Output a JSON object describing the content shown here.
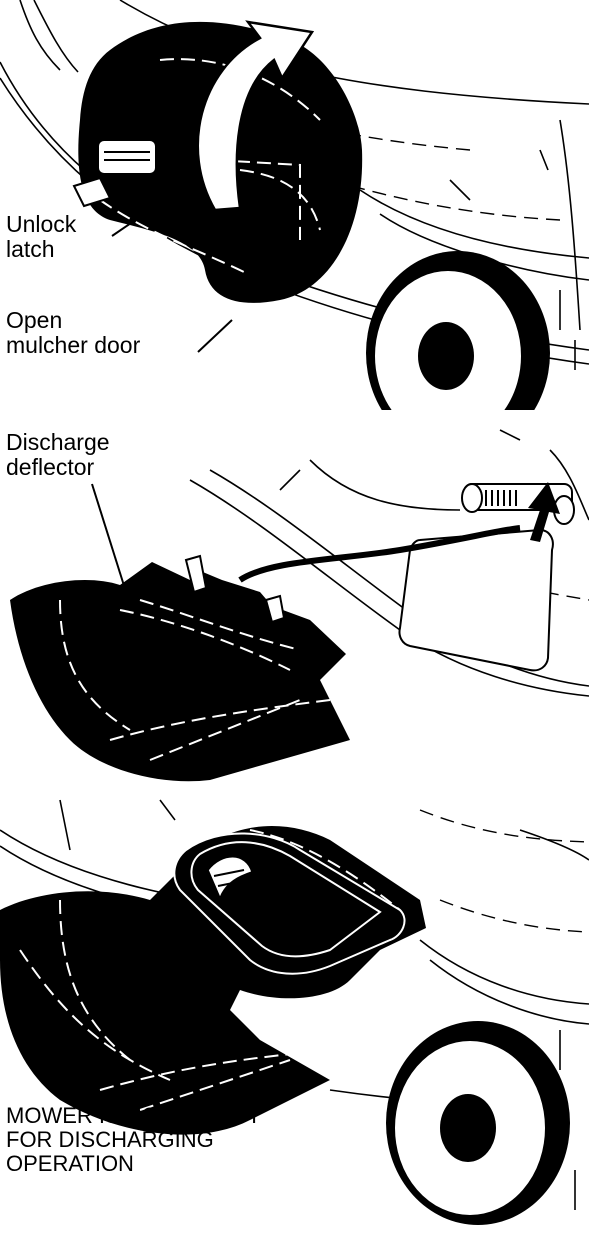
{
  "panel1": {
    "unlock_latch": [
      "Unlock",
      "latch"
    ],
    "open_door": [
      "Open",
      "mulcher door"
    ]
  },
  "panel2": {
    "discharge_deflector": [
      "Discharge",
      "deflector"
    ]
  },
  "panel3": {
    "ready_message": [
      "MOWER IS NOW READY",
      "FOR DISCHARGING",
      "OPERATION"
    ]
  },
  "colors": {
    "ink": "#000000",
    "paper": "#ffffff"
  }
}
